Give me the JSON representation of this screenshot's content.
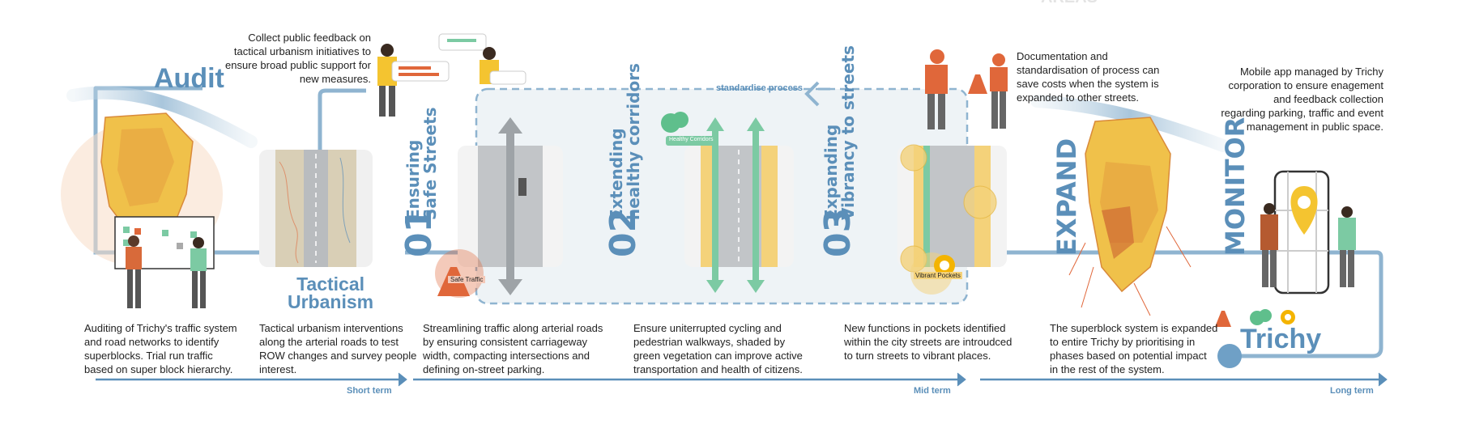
{
  "title_top": "AREAS",
  "stages": {
    "audit": {
      "title": "Audit",
      "desc": "Auditing of Trichy's traffic system\nand road networks to identify\nsuperblocks. Trial run traffic\nbased on super block hierarchy."
    },
    "tactical": {
      "title_line1": "Tactical",
      "title_line2": "Urbanism",
      "desc": "Tactical urbanism interventions\nalong the arterial roads to test\nROW changes and survey people\ninterest.",
      "feedback_note": "Collect public feedback on\ntactical urbanism initiatives to\nensure broad public support for\nnew measures."
    },
    "s01": {
      "num": "01",
      "line1": "Ensuring",
      "line2": "Safe Streets",
      "tag": "Safe Traffic",
      "desc": "Streamlining traffic along arterial roads\nby ensuring consistent carriageway\nwidth, compacting intersections and\ndefining on-street parking."
    },
    "s02": {
      "num": "02",
      "line1": "Extending",
      "line2": "healthy corridors",
      "tag": "Healthy Corridors",
      "desc": "Ensure uniterrupted cycling and\npedestrian walkways, shaded by\ngreen vegetation can improve active\ntransportation and health of citizens."
    },
    "s03": {
      "num": "03",
      "line1": "Expanding",
      "line2": "Vibrancy to streets",
      "tag": "Vibrant Pockets",
      "desc": "New functions in pockets identified\nwithin the city streets are  introudced\nto turn streets to vibrant places.",
      "doc_note": "Documentation and\nstandardisation of process can\nsave costs when the system is\nexpanded to other streets."
    },
    "expand": {
      "title": "EXPAND",
      "desc": "The superblock system is expanded\nto entire Trichy by prioritising in\nphases based on potential impact\nin the rest of the system."
    },
    "monitor": {
      "title": "MONITOR",
      "note": "Mobile app managed by Trichy\ncorporation to ensure enagement\nand feedback collection\nregarding parking, traffic and event\nmanagement in public space.",
      "brand": "Trichy"
    }
  },
  "process_label": "standardise process",
  "timeline": {
    "short": "Short term",
    "mid": "Mid term",
    "long": "Long term"
  },
  "colors": {
    "accent_blue": "#5b8fb9",
    "panel_bg": "#eef3f6",
    "road_grey": "#9ea3a7",
    "green": "#7ccaa3",
    "yellow": "#f4d27a",
    "orange": "#e0673a"
  }
}
